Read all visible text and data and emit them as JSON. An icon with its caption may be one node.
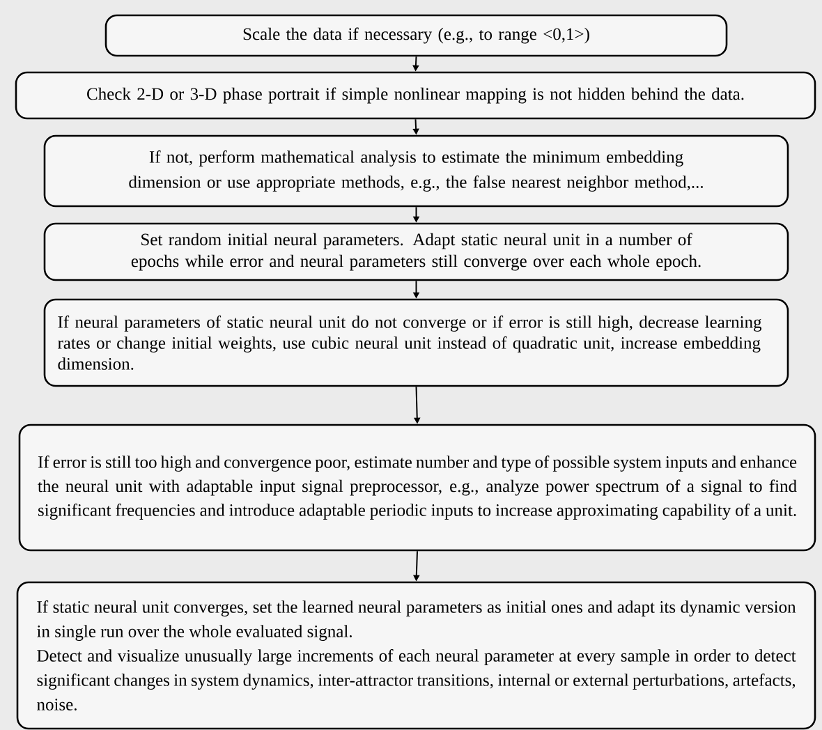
{
  "diagram": {
    "nodes": [
      {
        "text": [
          "Scale the data if necessary (e.g., to range <0,1>)"
        ]
      },
      {
        "text": [
          "Check 2-D or 3-D phase portrait if simple nonlinear mapping is not hidden behind the data."
        ]
      },
      {
        "text": [
          "If not, perform mathematical analysis to estimate the minimum embedding dimension or use appropriate methods, e.g., the false nearest neighbor method,..."
        ]
      },
      {
        "text": [
          "Set random initial neural parameters. Adapt static neural unit in a number of epochs while error and neural parameters still converge over each whole epoch."
        ]
      },
      {
        "text": [
          "If neural parameters of static neural unit do not converge or if error is still high, decrease learning rates or change initial weights, use cubic neural unit instead of quadratic unit, increase embedding dimension."
        ]
      },
      {
        "text": [
          "If error is still too high and convergence poor, estimate number and type of possible system inputs and enhance the neural unit with adaptable input signal preprocessor, e.g., analyze power spectrum of a signal to find significant frequencies and introduce adaptable periodic inputs to increase approximating capability of a unit."
        ]
      },
      {
        "text": [
          "If static neural unit converges, set the learned neural parameters as initial ones and adapt its dynamic version in single run over the whole evaluated signal.",
          "Detect and visualize unusually large increments of each neural parameter at every sample in order to detect significant changes in system dynamics, inter-attractor transitions, internal or external perturbations, artefacts, noise."
        ]
      }
    ],
    "edges": [
      {
        "from": 0,
        "to": 1,
        "arrow": "to"
      },
      {
        "from": 1,
        "to": 2,
        "arrow": "to"
      },
      {
        "from": 2,
        "to": 3,
        "arrow": "to"
      },
      {
        "from": 3,
        "to": 4,
        "arrow": "to"
      },
      {
        "from": 4,
        "to": 5,
        "arrow": "to"
      },
      {
        "from": 5,
        "to": 6,
        "arrow": "to"
      }
    ]
  }
}
